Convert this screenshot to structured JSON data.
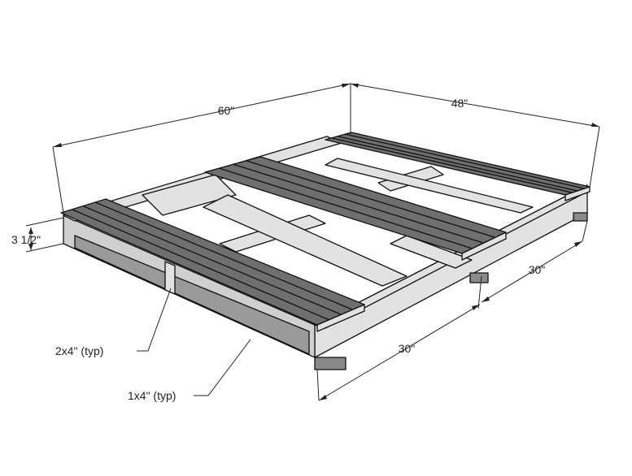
{
  "dimensions": {
    "length": "60\"",
    "width": "48\"",
    "height": "3 1/2\"",
    "half_width_a": "30\"",
    "half_width_b": "30\""
  },
  "callouts": {
    "framing": "2x4\" (typ)",
    "slats": "1x4\" (typ)"
  }
}
